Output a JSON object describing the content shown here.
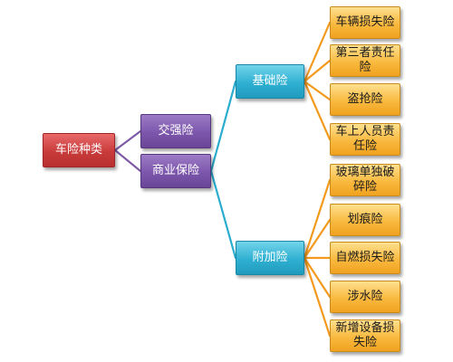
{
  "root": {
    "label": "车险种类"
  },
  "level1": [
    {
      "label": "交强险"
    },
    {
      "label": "商业保险"
    }
  ],
  "level2": [
    {
      "label": "基础险"
    },
    {
      "label": "附加险"
    }
  ],
  "basic_items": [
    {
      "label": "车辆损失险"
    },
    {
      "label": "第三者责任险"
    },
    {
      "label": "盗抢险"
    },
    {
      "label": "车上人员责任险"
    }
  ],
  "addon_items": [
    {
      "label": "玻璃单独破碎险"
    },
    {
      "label": "划痕险"
    },
    {
      "label": "自燃损失险"
    },
    {
      "label": "涉水险"
    },
    {
      "label": "新增设备损失险"
    }
  ],
  "colors": {
    "root": "#c93b3b",
    "level1": "#7c56ab",
    "level2": "#2fb0d2",
    "leaf": "#f9b93f",
    "link_level1": "#7d5ba6",
    "link_level2": "#2aaccf",
    "link_leaf": "#f39a1e"
  }
}
